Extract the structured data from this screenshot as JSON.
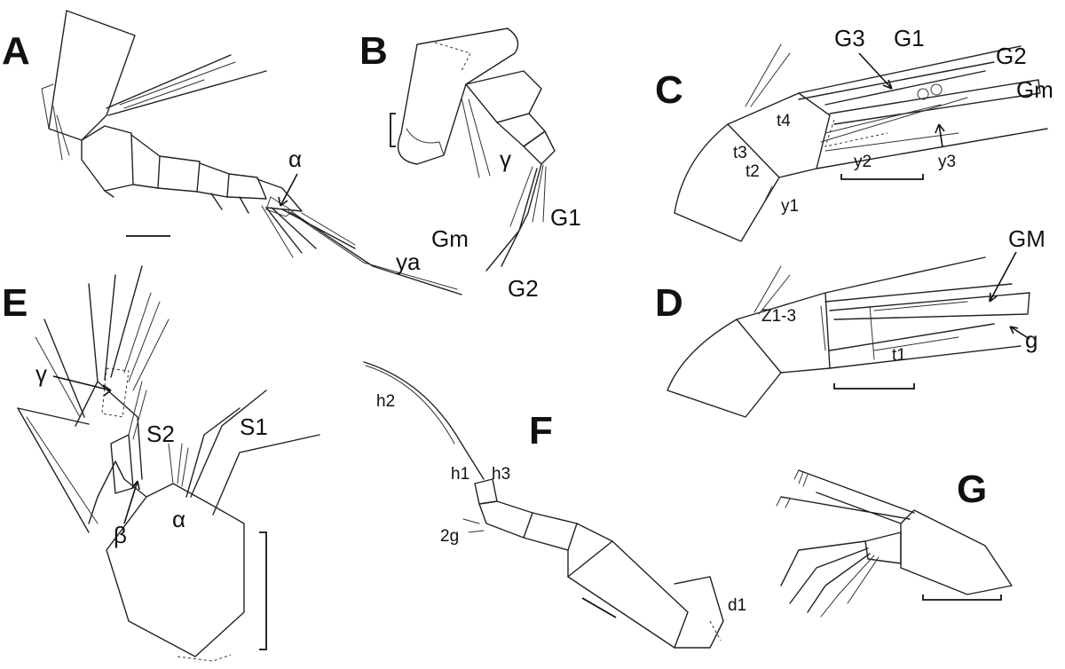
{
  "panels": {
    "A": {
      "letter": "A",
      "labels": {
        "alpha": "α",
        "ya": "ya"
      }
    },
    "B": {
      "letter": "B",
      "labels": {
        "gamma": "γ",
        "g1": "G1",
        "gm": "Gm",
        "g2": "G2"
      }
    },
    "C": {
      "letter": "C",
      "labels": {
        "g3": "G3",
        "g1": "G1",
        "g2": "G2",
        "gm": "Gm",
        "t4": "t4",
        "t3": "t3",
        "t2": "t2",
        "y1": "y1",
        "y2": "y2",
        "y3": "y3"
      }
    },
    "D": {
      "letter": "D",
      "labels": {
        "gm": "GM",
        "z13": "Z1-3",
        "g": "g",
        "t1": "t1"
      }
    },
    "E": {
      "letter": "E",
      "labels": {
        "gamma": "γ",
        "s2": "S2",
        "s1": "S1",
        "beta": "β",
        "alpha": "α"
      }
    },
    "F": {
      "letter": "F",
      "labels": {
        "h2": "h2",
        "h1": "h1",
        "h3": "h3",
        "g2": "2g",
        "d1": "d1"
      }
    },
    "G": {
      "letter": "G"
    }
  }
}
